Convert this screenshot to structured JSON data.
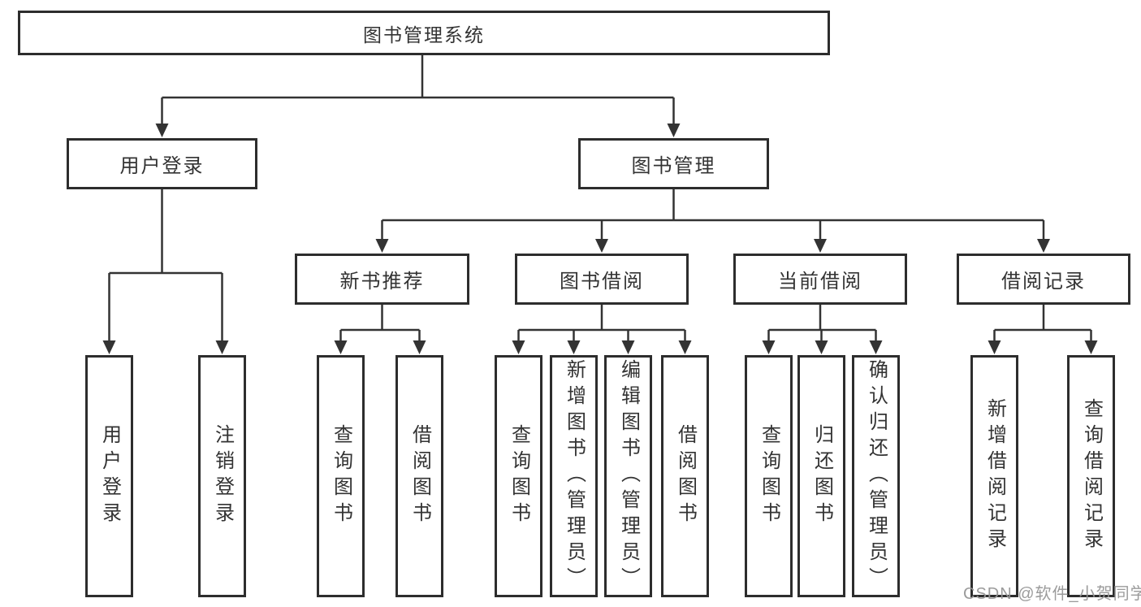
{
  "tree": {
    "root": {
      "label": "图书管理系统"
    },
    "branches": [
      {
        "label": "用户登录",
        "children": [
          {
            "label": "用户登录"
          },
          {
            "label": "注销登录"
          }
        ]
      },
      {
        "label": "图书管理",
        "children": [
          {
            "label": "新书推荐",
            "children": [
              {
                "label": "查询图书"
              },
              {
                "label": "借阅图书"
              }
            ]
          },
          {
            "label": "图书借阅",
            "children": [
              {
                "label": "查询图书"
              },
              {
                "label": "新增图书（管理员）"
              },
              {
                "label": "编辑图书（管理员）"
              },
              {
                "label": "借阅图书"
              }
            ]
          },
          {
            "label": "当前借阅",
            "children": [
              {
                "label": "查询图书"
              },
              {
                "label": "归还图书"
              },
              {
                "label": "确认归还（管理员）"
              }
            ]
          },
          {
            "label": "借阅记录",
            "children": [
              {
                "label": "新增借阅记录"
              },
              {
                "label": "查询借阅记录"
              }
            ]
          }
        ]
      }
    ]
  },
  "watermark": "CSDN @软件_小贺同学",
  "colors": {
    "line": "#333333",
    "box_border": "#2d2d2d",
    "text": "#333333",
    "watermark": "#969696",
    "background": "#ffffff"
  }
}
